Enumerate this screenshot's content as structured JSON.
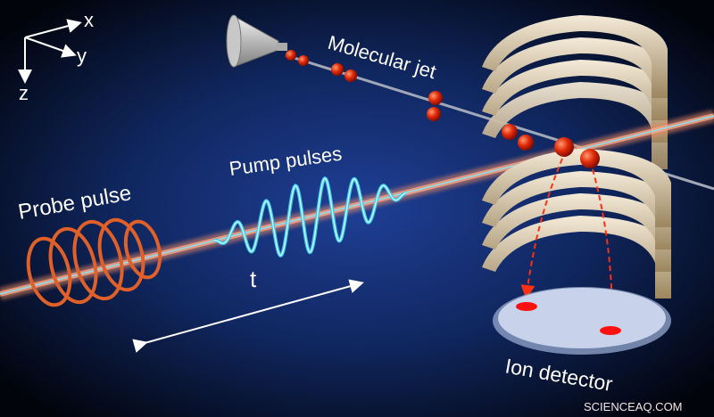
{
  "axes": {
    "x": "x",
    "y": "y",
    "z": "z"
  },
  "labels": {
    "molecular_jet": "Molecular jet",
    "pump_pulses": "Pump pulses",
    "probe_pulse": "Probe pulse",
    "time": "t",
    "ion_detector": "Ion detector"
  },
  "watermark": "SCIENCEAQ.COM",
  "colors": {
    "background": "#0b1a4a",
    "laser_beam": "#f08a60",
    "pump_pulse": "#38c8f0",
    "probe_pulse": "#e0602a",
    "molecule": "#e03010",
    "rings": "#d8c8a8",
    "detector": "#b8c4e0",
    "ion_hit": "#ff1010"
  }
}
